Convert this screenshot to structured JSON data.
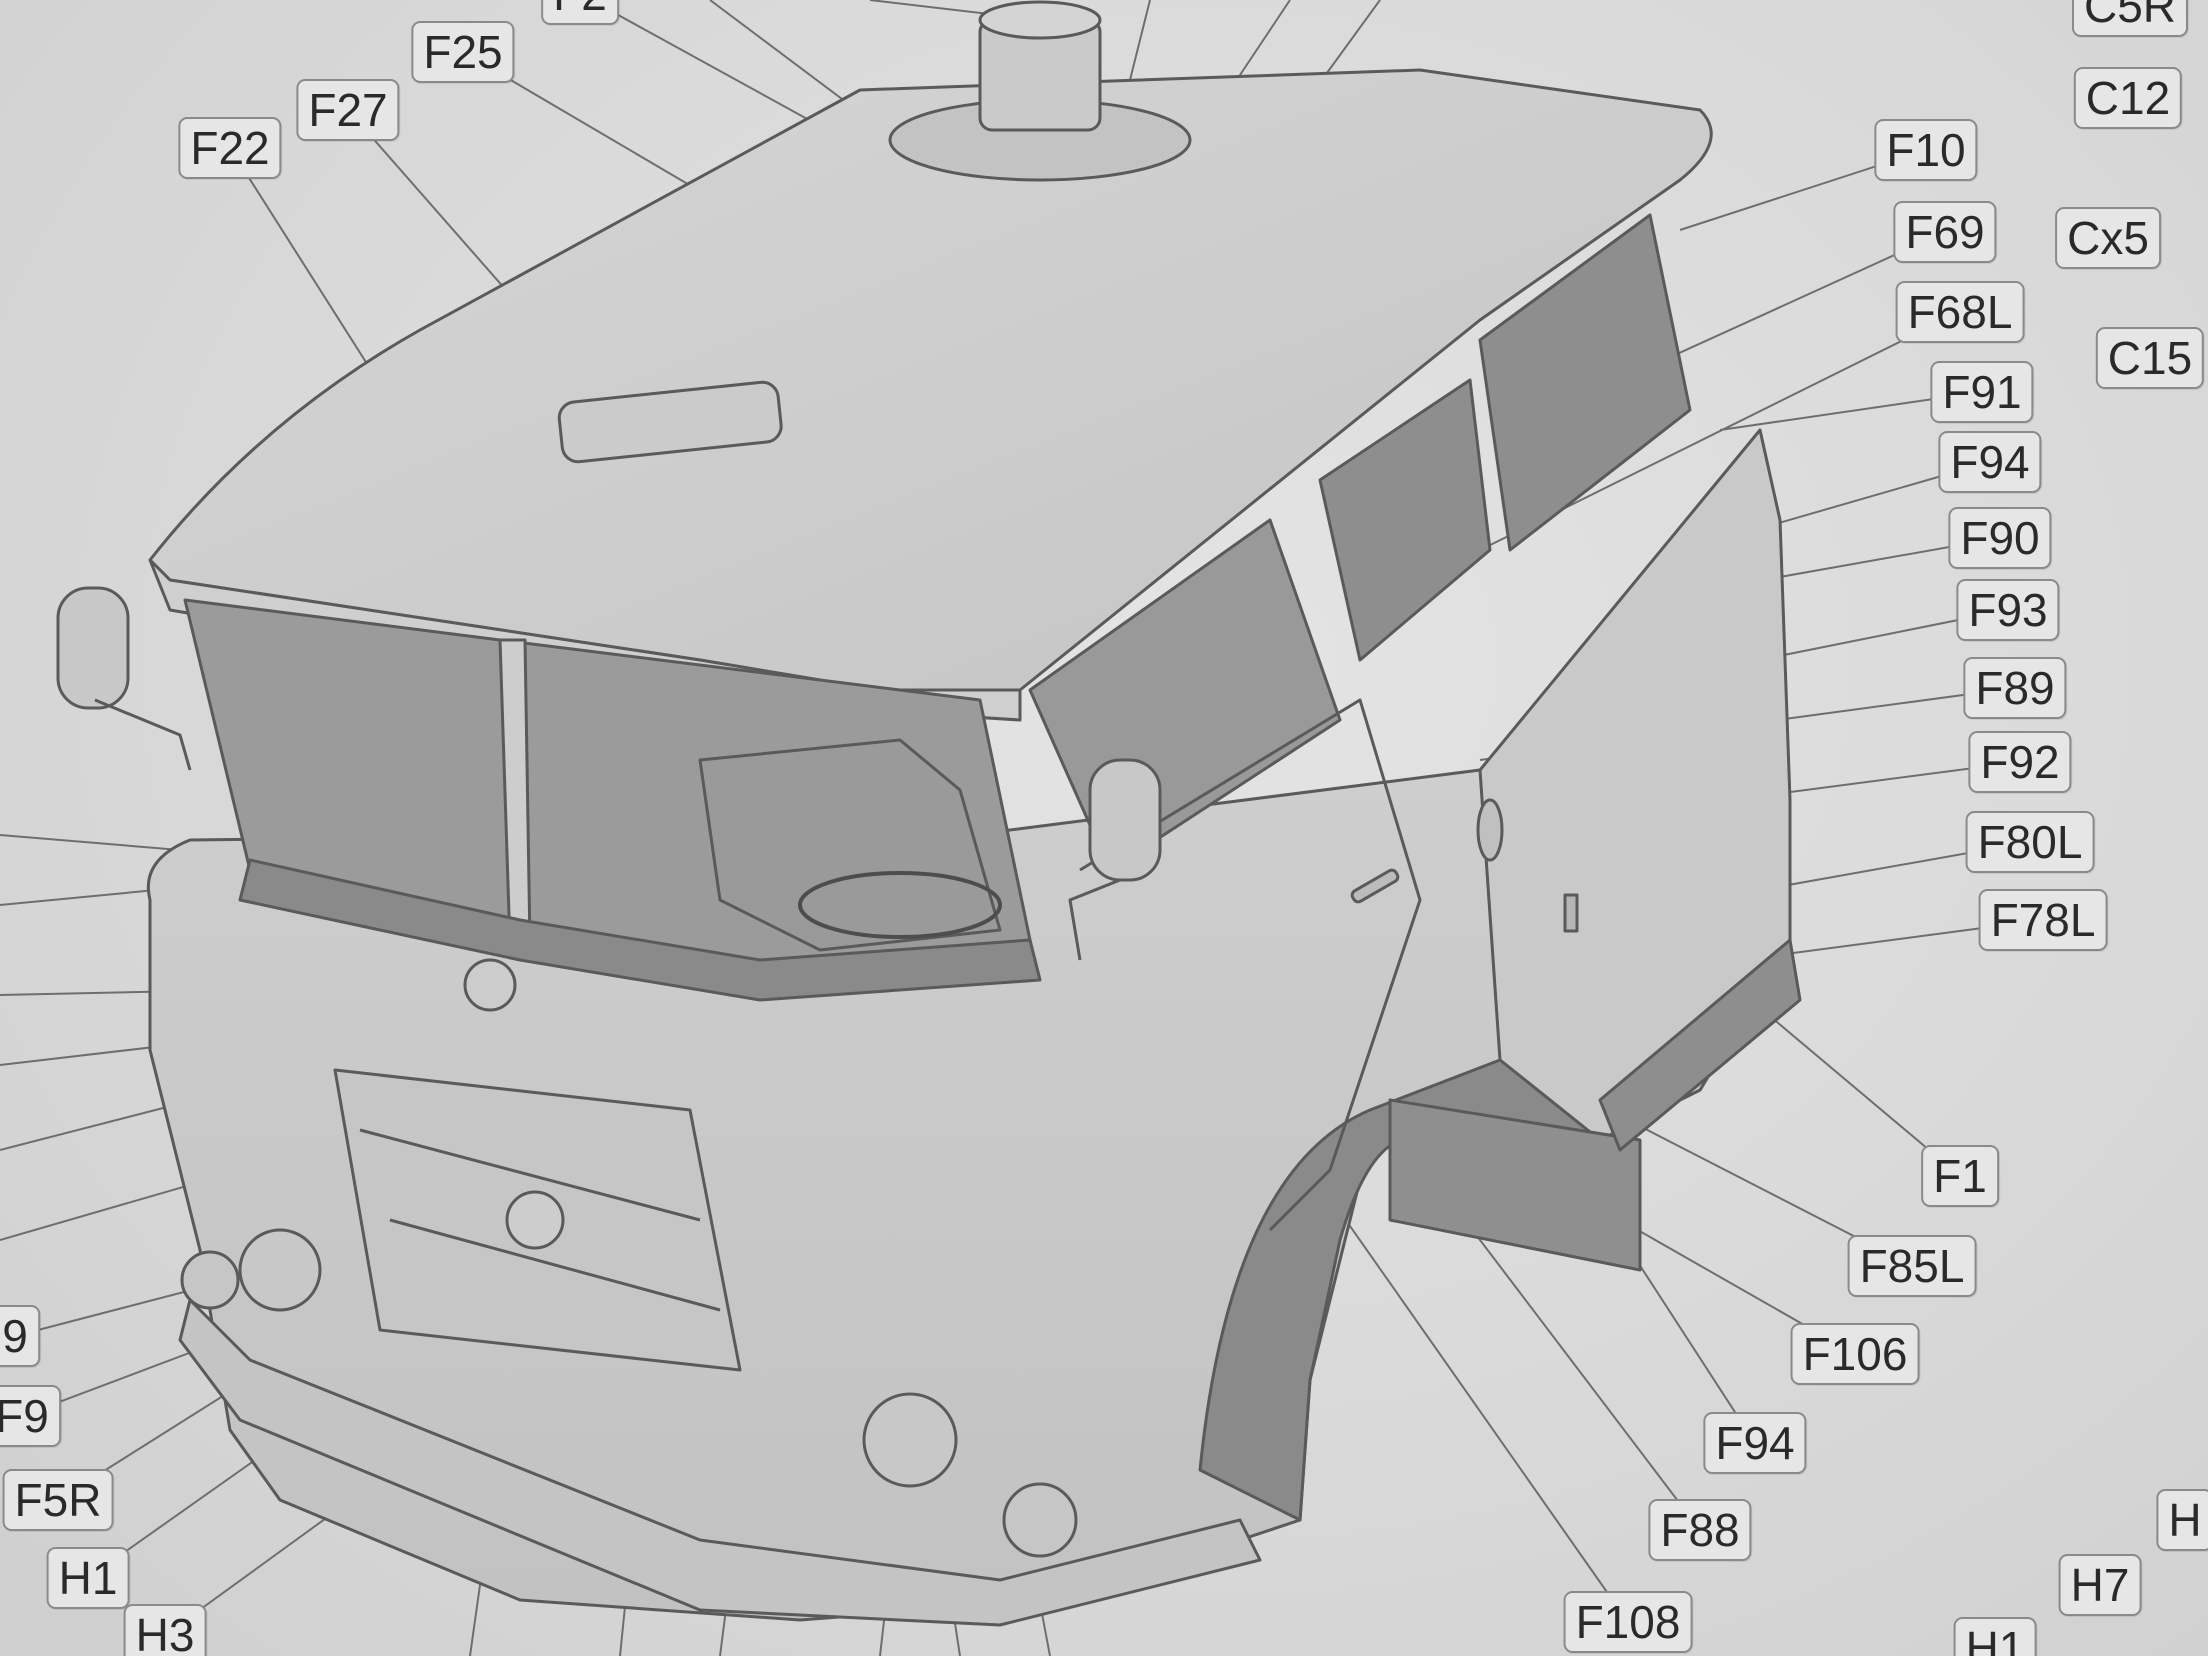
{
  "colors": {
    "paper": "#d9d9d9",
    "body": "#cdcdcd",
    "glass": "#9d9d9d",
    "interior": "#8c8c8c",
    "shadow": "#7e7e7e",
    "line": "#5a5a5a",
    "leader": "#6e6e6e"
  },
  "labels": [
    {
      "id": "F22",
      "text": "F22"
    },
    {
      "id": "F27",
      "text": "F27"
    },
    {
      "id": "F25",
      "text": "F25"
    },
    {
      "id": "F2x",
      "text": "F2"
    },
    {
      "id": "C5R",
      "text": "C5R"
    },
    {
      "id": "C12",
      "text": "C12"
    },
    {
      "id": "Cx5",
      "text": "Cx5"
    },
    {
      "id": "C15",
      "text": "C15"
    },
    {
      "id": "F10",
      "text": "F10"
    },
    {
      "id": "F69",
      "text": "F69"
    },
    {
      "id": "F68L",
      "text": "F68L"
    },
    {
      "id": "F91",
      "text": "F91"
    },
    {
      "id": "F94a",
      "text": "F94"
    },
    {
      "id": "F90",
      "text": "F90"
    },
    {
      "id": "F93",
      "text": "F93"
    },
    {
      "id": "F89",
      "text": "F89"
    },
    {
      "id": "F92",
      "text": "F92"
    },
    {
      "id": "F80L",
      "text": "F80L"
    },
    {
      "id": "F78L",
      "text": "F78L"
    },
    {
      "id": "F1",
      "text": "F1"
    },
    {
      "id": "F85L",
      "text": "F85L"
    },
    {
      "id": "F106",
      "text": "F106"
    },
    {
      "id": "F94b",
      "text": "F94"
    },
    {
      "id": "F88",
      "text": "F88"
    },
    {
      "id": "F108",
      "text": "F108"
    },
    {
      "id": "H7",
      "text": "H7"
    },
    {
      "id": "H1b",
      "text": "H1"
    },
    {
      "id": "Hx",
      "text": "H"
    },
    {
      "id": "x9a",
      "text": "9"
    },
    {
      "id": "F9",
      "text": "F9"
    },
    {
      "id": "F5R",
      "text": "F5R"
    },
    {
      "id": "H1a",
      "text": "H1"
    },
    {
      "id": "H3",
      "text": "H3"
    }
  ]
}
